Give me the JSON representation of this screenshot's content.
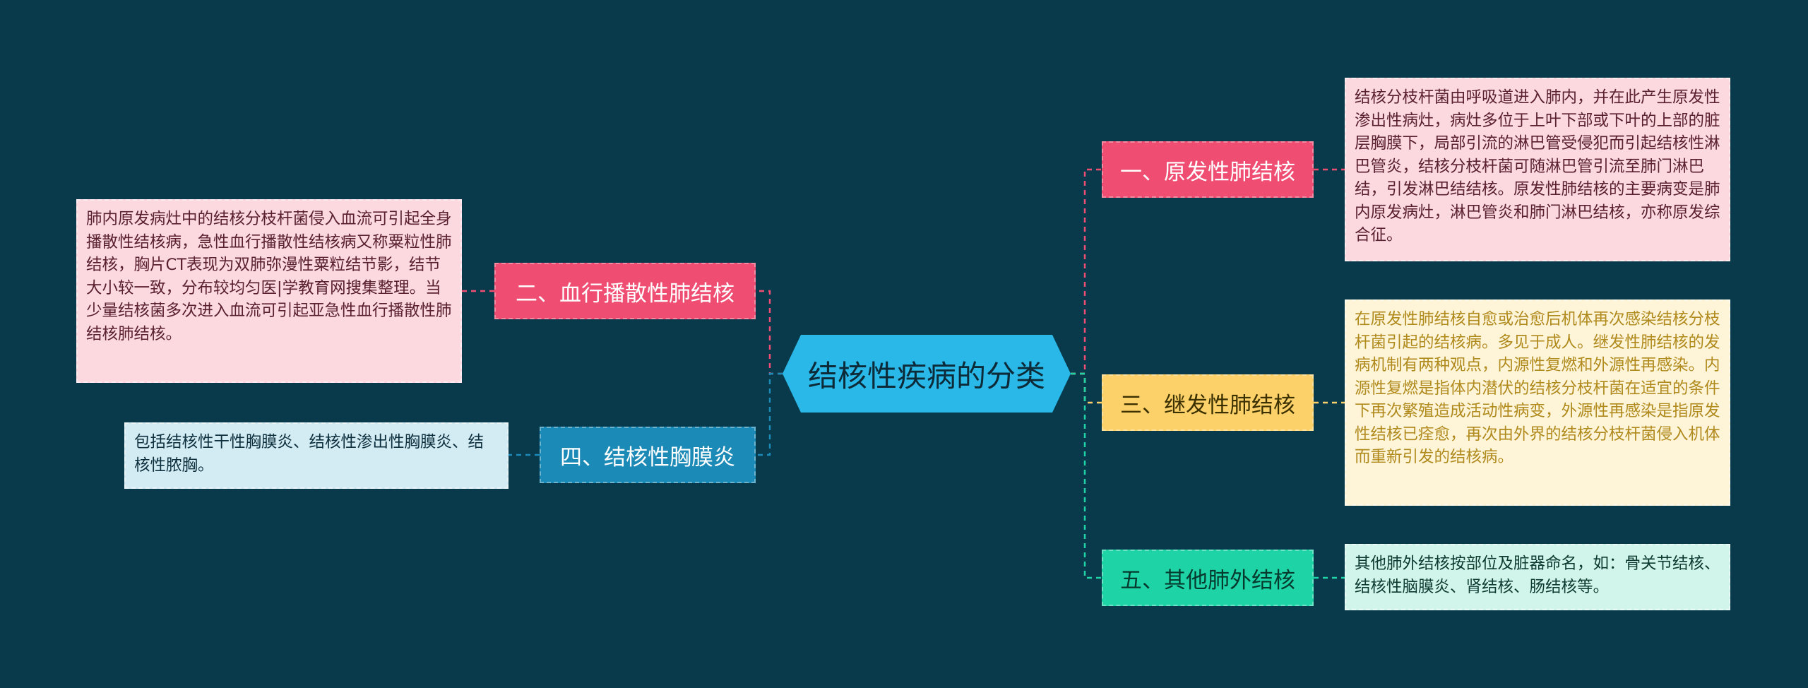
{
  "center": {
    "label": "结核性疾病的分类",
    "color": "#29b8e8"
  },
  "branches": [
    {
      "id": "b1",
      "label": "一、原发性肺结核",
      "color": "#ef4d72"
    },
    {
      "id": "b2",
      "label": "二、血行播散性肺结核",
      "color": "#ef4d72"
    },
    {
      "id": "b3",
      "label": "三、继发性肺结核",
      "color": "#fdd16a"
    },
    {
      "id": "b4",
      "label": "四、结核性胸膜炎",
      "color": "#1c8ab6"
    },
    {
      "id": "b5",
      "label": "五、其他肺外结核",
      "color": "#1ed4a6"
    }
  ],
  "leaves": {
    "l1": "结核分枝杆菌由呼吸道进入肺内，并在此产生原发性渗出性病灶，病灶多位于上叶下部或下叶的上部的脏层胸膜下，局部引流的淋巴管受侵犯而引起结核性淋巴管炎，结核分枝杆菌可随淋巴管引流至肺门淋巴结，引发淋巴结结核。原发性肺结核的主要病变是肺内原发病灶，淋巴管炎和肺门淋巴结核，亦称原发综合征。",
    "l2": "肺内原发病灶中的结核分枝杆菌侵入血流可引起全身播散性结核病，急性血行播散性结核病又称粟粒性肺结核，胸片CT表现为双肺弥漫性粟粒结节影，结节大小较一致，分布较均匀医|学教育网搜集整理。当少量结核菌多次进入血流可引起亚急性血行播散性肺结核肺结核。",
    "l3": "在原发性肺结核自愈或治愈后机体再次感染结核分枝杆菌引起的结核病。多见于成人。继发性肺结核的发病机制有两种观点，内源性复燃和外源性再感染。内源性复燃是指体内潜伏的结核分枝杆菌在适宜的条件下再次繁殖造成活动性病变，外源性再感染是指原发性结核已痊愈，再次由外界的结核分枝杆菌侵入机体而重新引发的结核病。",
    "l4": "包括结核性干性胸膜炎、结核性渗出性胸膜炎、结核性脓胸。",
    "l5": "其他肺外结核按部位及脏器命名，如：骨关节结核、结核性脑膜炎、肾结核、肠结核等。"
  }
}
